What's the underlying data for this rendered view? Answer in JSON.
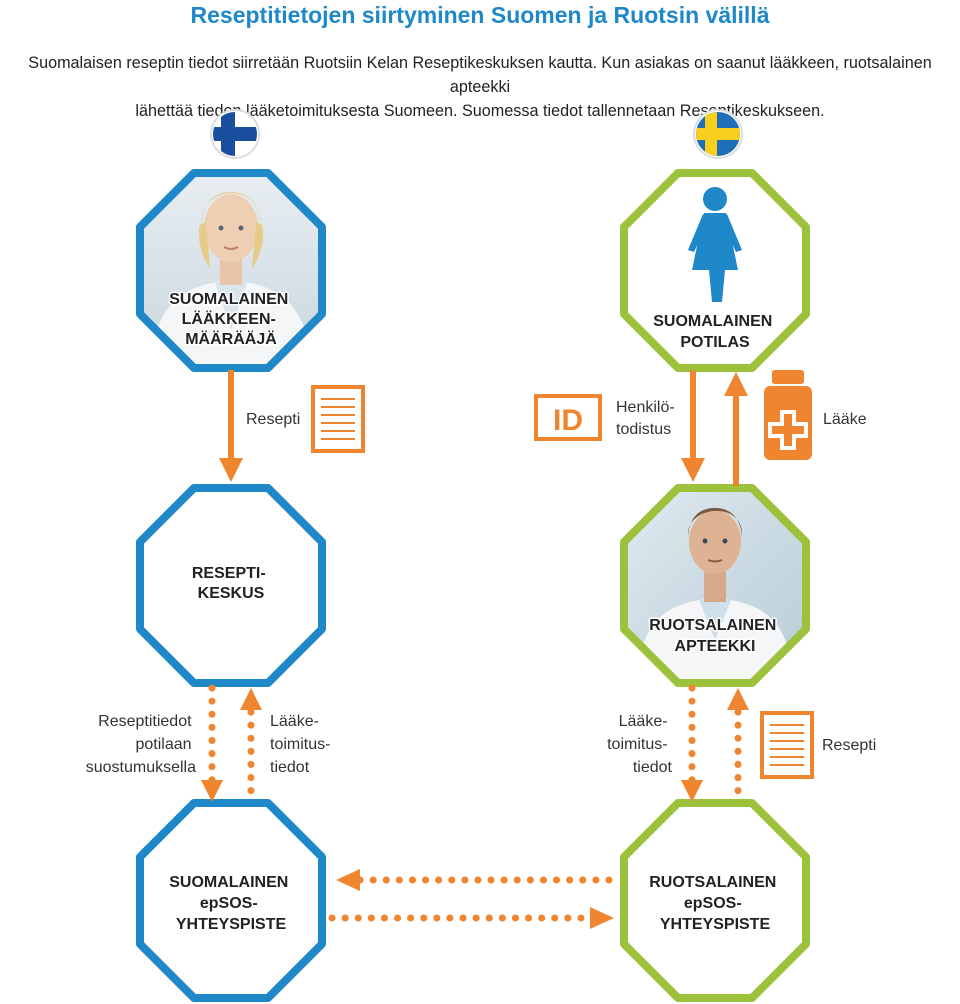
{
  "title": "Reseptitietojen siirtyminen Suomen ja Ruotsin välillä",
  "intro": {
    "line1": "Suomalaisen reseptin tiedot siirretään Ruotsiin Kelan Reseptikeskuksen kautta. Kun asiakas on saanut lääkkeen, ruotsalainen apteekki",
    "line2": "lähettää tiedon lääketoimituksesta Suomeen.  Suomessa tiedot tallennetaan Reseptikeskukseen."
  },
  "colors": {
    "finland": "#1e88c8",
    "sweden": "#9cc13a",
    "arrow": "#f08530"
  },
  "nodes": {
    "prescriber": {
      "lines": [
        "SUOMALAINEN",
        "LÄÄKKEEN-",
        "MÄÄRÄÄJÄ"
      ],
      "icon": "doctor-photo"
    },
    "patient": {
      "lines": [
        "SUOMALAINEN",
        "POTILAS"
      ],
      "icon": "person-icon"
    },
    "center": {
      "lines": [
        "RESEPTI-",
        "KESKUS"
      ]
    },
    "pharmacy": {
      "lines": [
        "RUOTSALAINEN",
        "APTEEKKI"
      ],
      "icon": "pharmacist-photo"
    },
    "fi_epsos": {
      "lines": [
        "SUOMALAINEN",
        "epSOS-",
        "YHTEYSPISTE"
      ]
    },
    "se_epsos": {
      "lines": [
        "RUOTSALAINEN",
        "epSOS-",
        "YHTEYSPISTE"
      ]
    }
  },
  "labels": {
    "resepti_top": "Resepti",
    "id_badge": "ID",
    "henkilo": [
      "Henkilö-",
      "todistus"
    ],
    "laake": "Lääke",
    "reseptitiedot": [
      "Reseptitiedot",
      "potilaan",
      "suostumuksella"
    ],
    "laaketoimitus_left": [
      "Lääke-",
      "toimitus-",
      "tiedot"
    ],
    "laaketoimitus_right": [
      "Lääke-",
      "toimitus-",
      "tiedot"
    ],
    "resepti_bottom": "Resepti"
  },
  "flags": [
    "finland-flag",
    "sweden-flag"
  ]
}
